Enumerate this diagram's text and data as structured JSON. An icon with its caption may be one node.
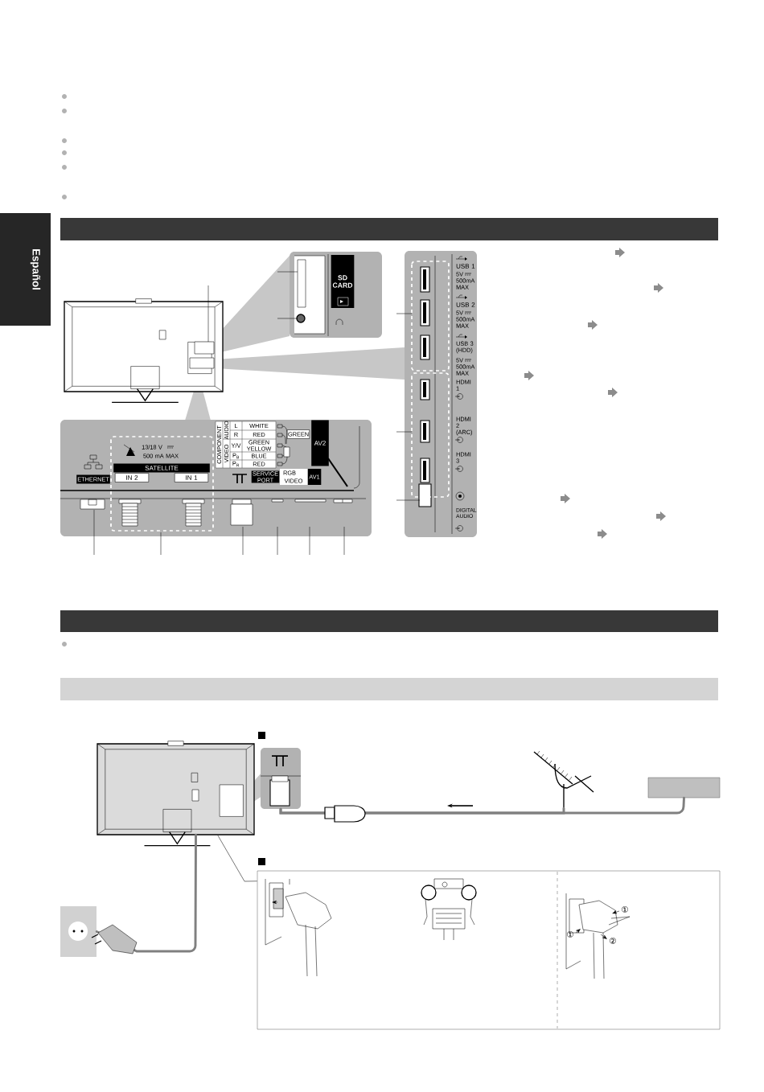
{
  "diagram": {
    "nodes": [
      {
        "text": [],
        "shape": "picture"
      },
      {
        "text": [],
        "shape": "picture"
      },
      {
        "text": [],
        "shape": "picture"
      },
      {
        "text": [],
        "shape": "box"
      },
      {
        "text": [],
        "shape": "picture"
      },
      {
        "text": [],
        "shape": "box"
      }
    ],
    "edges": [
      {
        "from": 2,
        "to": 1,
        "arrow": "none"
      },
      {
        "from": 3,
        "to": 1,
        "arrow": "none"
      },
      {
        "from": 4,
        "to": 0,
        "arrow": "none"
      },
      {
        "from": 5,
        "to": 0,
        "arrow": "none",
        "color": "#333333"
      }
    ],
    "labels": [
      "Español",
      "SD CARD",
      "USB 1",
      "5V",
      "500mA MAX",
      "USB 2",
      "5V",
      "500mA MAX",
      "USB 3 (HDD)",
      "5V",
      "500mA MAX",
      "HDMI 1",
      "HDMI 2 (ARC)",
      "HDMI 3",
      "DIGITAL AUDIO",
      "COMPONENT",
      "VIDEO",
      "AUDIO",
      "L",
      "WHITE",
      "R",
      "RED",
      "Y/V",
      "GREEN YELLOW",
      "P$_{B}$",
      "BLUE",
      "P$_{R}$",
      "RED",
      "GREEN",
      "AV2",
      "13/18 V",
      "500 mA MAX",
      "SATELLITE",
      "ETHERNET",
      "IN 2",
      "IN 1",
      "SERVICE PORT",
      "RGB",
      "VIDEO",
      "AV1",
      "①",
      "①",
      "②"
    ]
  }
}
